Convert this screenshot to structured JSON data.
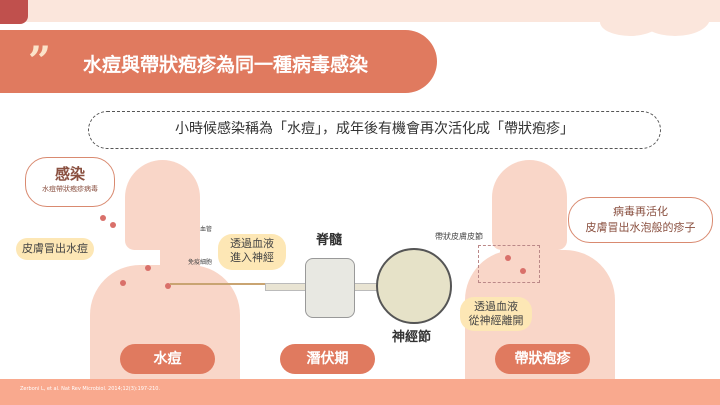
{
  "header": {
    "title": "水痘與帶狀疱疹為同一種病毒感染",
    "quote_mark": "”"
  },
  "subtitle": "小時候感染稱為「水痘」，成年後有機會再次活化成「帶狀疱疹」",
  "infection": {
    "title": "感染",
    "subtitle": "水痘帶狀疱疹病毒"
  },
  "labels": {
    "skin_rash": "皮膚冒出水痘",
    "blood_vessel": "血管",
    "immune_cell": "免疫細胞",
    "enter_nerve": [
      "透過血液",
      "進入神經"
    ],
    "spinal_cord": "脊髓",
    "dermatome": "帶狀皮膚皮節",
    "leave_nerve": [
      "透過血液",
      "從神經離開"
    ],
    "ganglion": "神經節",
    "reactivation": [
      "病毒再活化",
      "皮膚冒出水泡般的疹子"
    ]
  },
  "stages": [
    "水痘",
    "潛伏期",
    "帶狀疱疹"
  ],
  "citation": "Zerboni L, et al. Nat Rev Microbiol. 2014;12(3):197-210."
}
